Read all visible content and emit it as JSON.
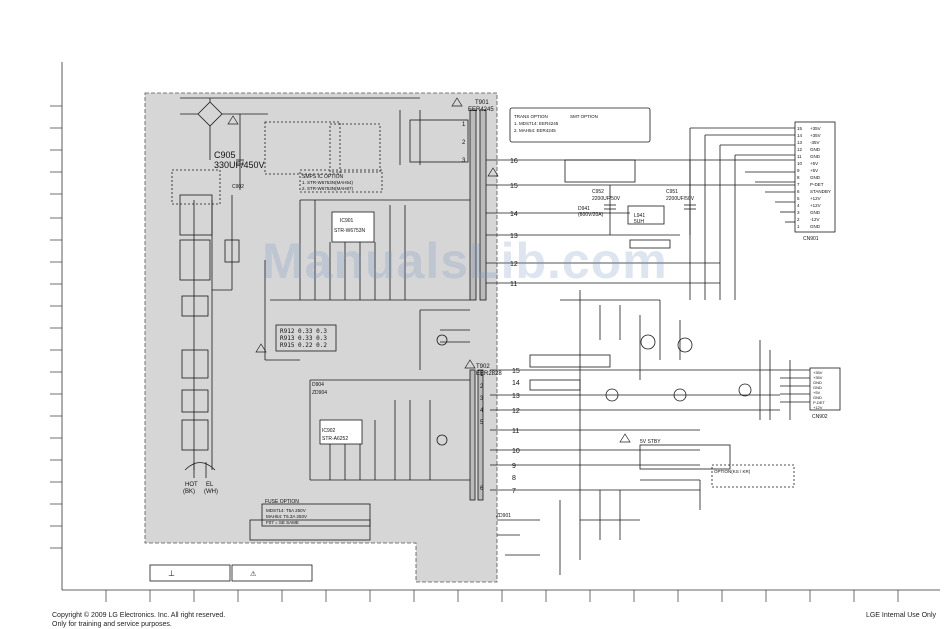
{
  "watermark": "ManualsLib.com",
  "footer": {
    "copyright": "Copyright © 2009 LG Electronics. Inc. All right reserved.",
    "training": "Only for training and service purposes.",
    "internal": "LGE Internal Use Only"
  },
  "labels": {
    "t901": "T901",
    "t901_part": "EER4245",
    "c905": "C905",
    "c905_val": "330UF/450V",
    "c902": "C902",
    "ic901": "IC901",
    "ic901_part": "STR-W6753N",
    "ic902": "IC902",
    "ic902_part": "STR-A6252",
    "ic_option_title": "SMPS IC OPTION",
    "ic_option_1": "1. STR-W6753N(MAH54)",
    "ic_option_2": "2. STR-W6753N(MAH87)",
    "t902": "T902",
    "t902_part": "EER2828",
    "d904": "D904",
    "zd904": "ZD904",
    "c952": "C952",
    "c952_val": "2200UF/50V",
    "c951": "C951",
    "c951_val": "2200UF/50V",
    "d941": "D941",
    "d941_val": "(600V/20A)",
    "l941": "L941",
    "l941_val": "5UH",
    "fuse_option_title": "FUSE OPTION",
    "fuse_option_1": "MDS714: T5A 250V",
    "fuse_option_2": "MAH54: T6.3A 250V",
    "fuse_option_3": "F07 = SE SAME",
    "resistor_table": [
      "R912 0.33  0.3",
      "R913 0.33  0.3",
      "R915 0.22  0.2"
    ],
    "cn902": "CN902",
    "cn901": "CN901",
    "ac_hot": "HOT",
    "ac_cold": "EL",
    "ac_bk": "(BK)",
    "ac_wh": "(WH)",
    "trans_option_title": "TRANS OPTION",
    "trans_option_1": "1. MDS714: EER4245",
    "trans_option_2": "2. MAH54: EER4245",
    "smt_option": "SMT OPTION",
    "standby": "5V STBY",
    "pin_numbers_t901": [
      "16",
      "15",
      "14",
      "13",
      "12",
      "11"
    ],
    "pin_numbers_t902": [
      "1",
      "2",
      "3",
      "4",
      "5",
      "6",
      "7",
      "8",
      "9",
      "10",
      "11",
      "12",
      "13",
      "14",
      "15"
    ],
    "pin_numbers_t901_left": [
      "1",
      "2",
      "3"
    ],
    "connector_pins_right": [
      "15",
      "14",
      "13",
      "12",
      "11",
      "10",
      "9",
      "8",
      "7",
      "6",
      "5",
      "4",
      "3",
      "2",
      "1"
    ],
    "connector_labels_right": [
      "+35V",
      "+35V",
      "-35V",
      "GND",
      "GND",
      "+5V",
      "+5V",
      "GND",
      "P-DET",
      "STANDBY",
      "+12V",
      "+12V",
      "GND",
      "-12V",
      "GND"
    ],
    "connector2_labels": [
      "+35V",
      "+35V",
      "GND",
      "GND",
      "+5V",
      "GND",
      "P-DET",
      "+12V"
    ],
    "legend_1": "⊥",
    "legend_2": "⚠",
    "option_box": "OPTION(KS / KR)",
    "zd901": "ZD901",
    "gnd_label": "GND"
  },
  "colors": {
    "primary_shade": "#d6d6d6",
    "line": "#1a1a1a",
    "watermark": "#7896c8"
  }
}
